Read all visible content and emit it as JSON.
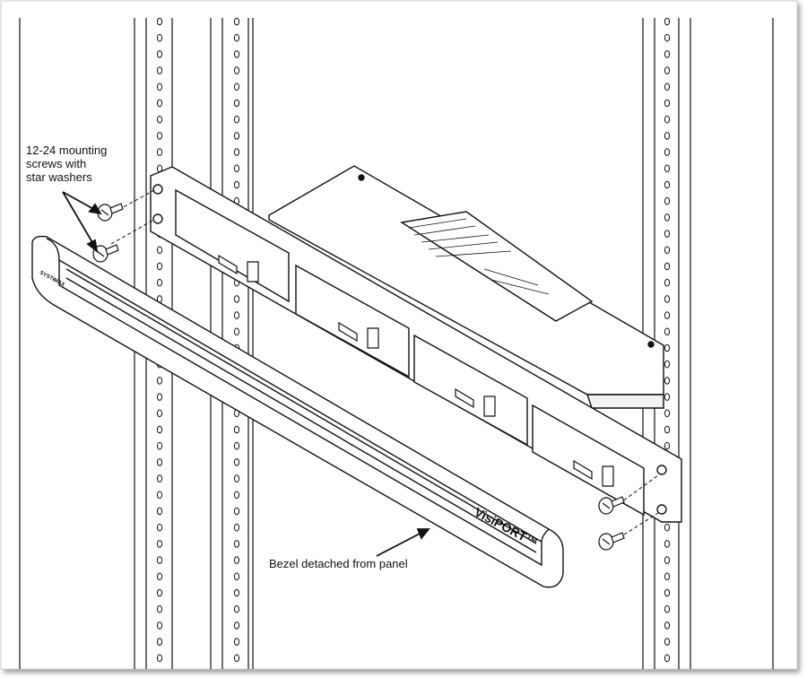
{
  "callouts": {
    "screws_line1": "12-24 mounting",
    "screws_line2": "screws with",
    "screws_line3": "star washers",
    "bezel": "Bezel detached from panel"
  },
  "labels": {
    "bezel_logo": "VisiPORT™",
    "bezel_brand": "SYSTIMAX"
  },
  "colors": {
    "ink": "#111111",
    "paper": "#ffffff",
    "shadow": "#bdbdbd"
  }
}
